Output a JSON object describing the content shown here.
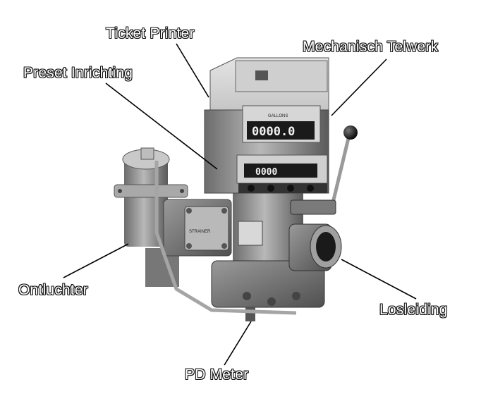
{
  "labels": {
    "ticket_printer": "Ticket Printer",
    "mechanisch_telwerk": "Mechanisch Telwerk",
    "preset_inrichting": "Preset Inrichting",
    "ontluchter": "Ontluchter",
    "losleiding": "Losleiding",
    "pd_meter": "PD Meter"
  },
  "device": {
    "register_digits": "0000.0",
    "register_unit": "GALLONS",
    "preset_digits": "0000",
    "strainer_plate": "STRAINER"
  },
  "colors": {
    "background": "#ffffff",
    "label_text": "#ffffff",
    "label_outline": "#111111",
    "leader_line": "#000000"
  }
}
